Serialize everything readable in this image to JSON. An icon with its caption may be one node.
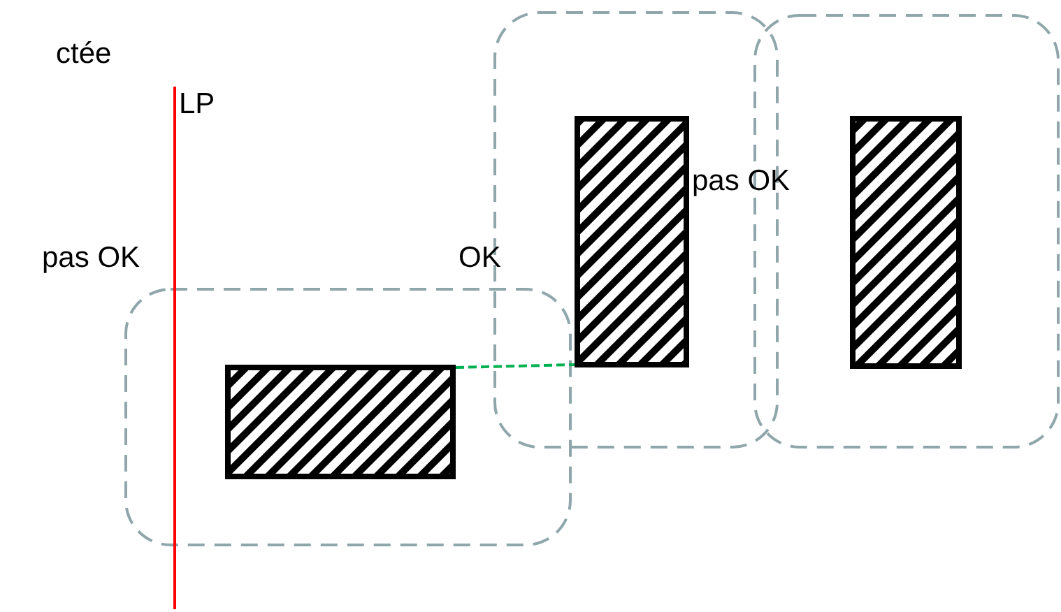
{
  "diagram": {
    "nodes": [
      {
        "text": [],
        "shape": "box"
      },
      {
        "text": [],
        "shape": "box"
      },
      {
        "text": [],
        "shape": "box"
      }
    ],
    "edges": [
      {
        "from": 0,
        "to": 1,
        "arrow": "none",
        "style": "dashed",
        "color": "#00b050"
      }
    ],
    "labels": [
      "ctée",
      "LP",
      "pas OK",
      "OK",
      "pas OK"
    ]
  }
}
